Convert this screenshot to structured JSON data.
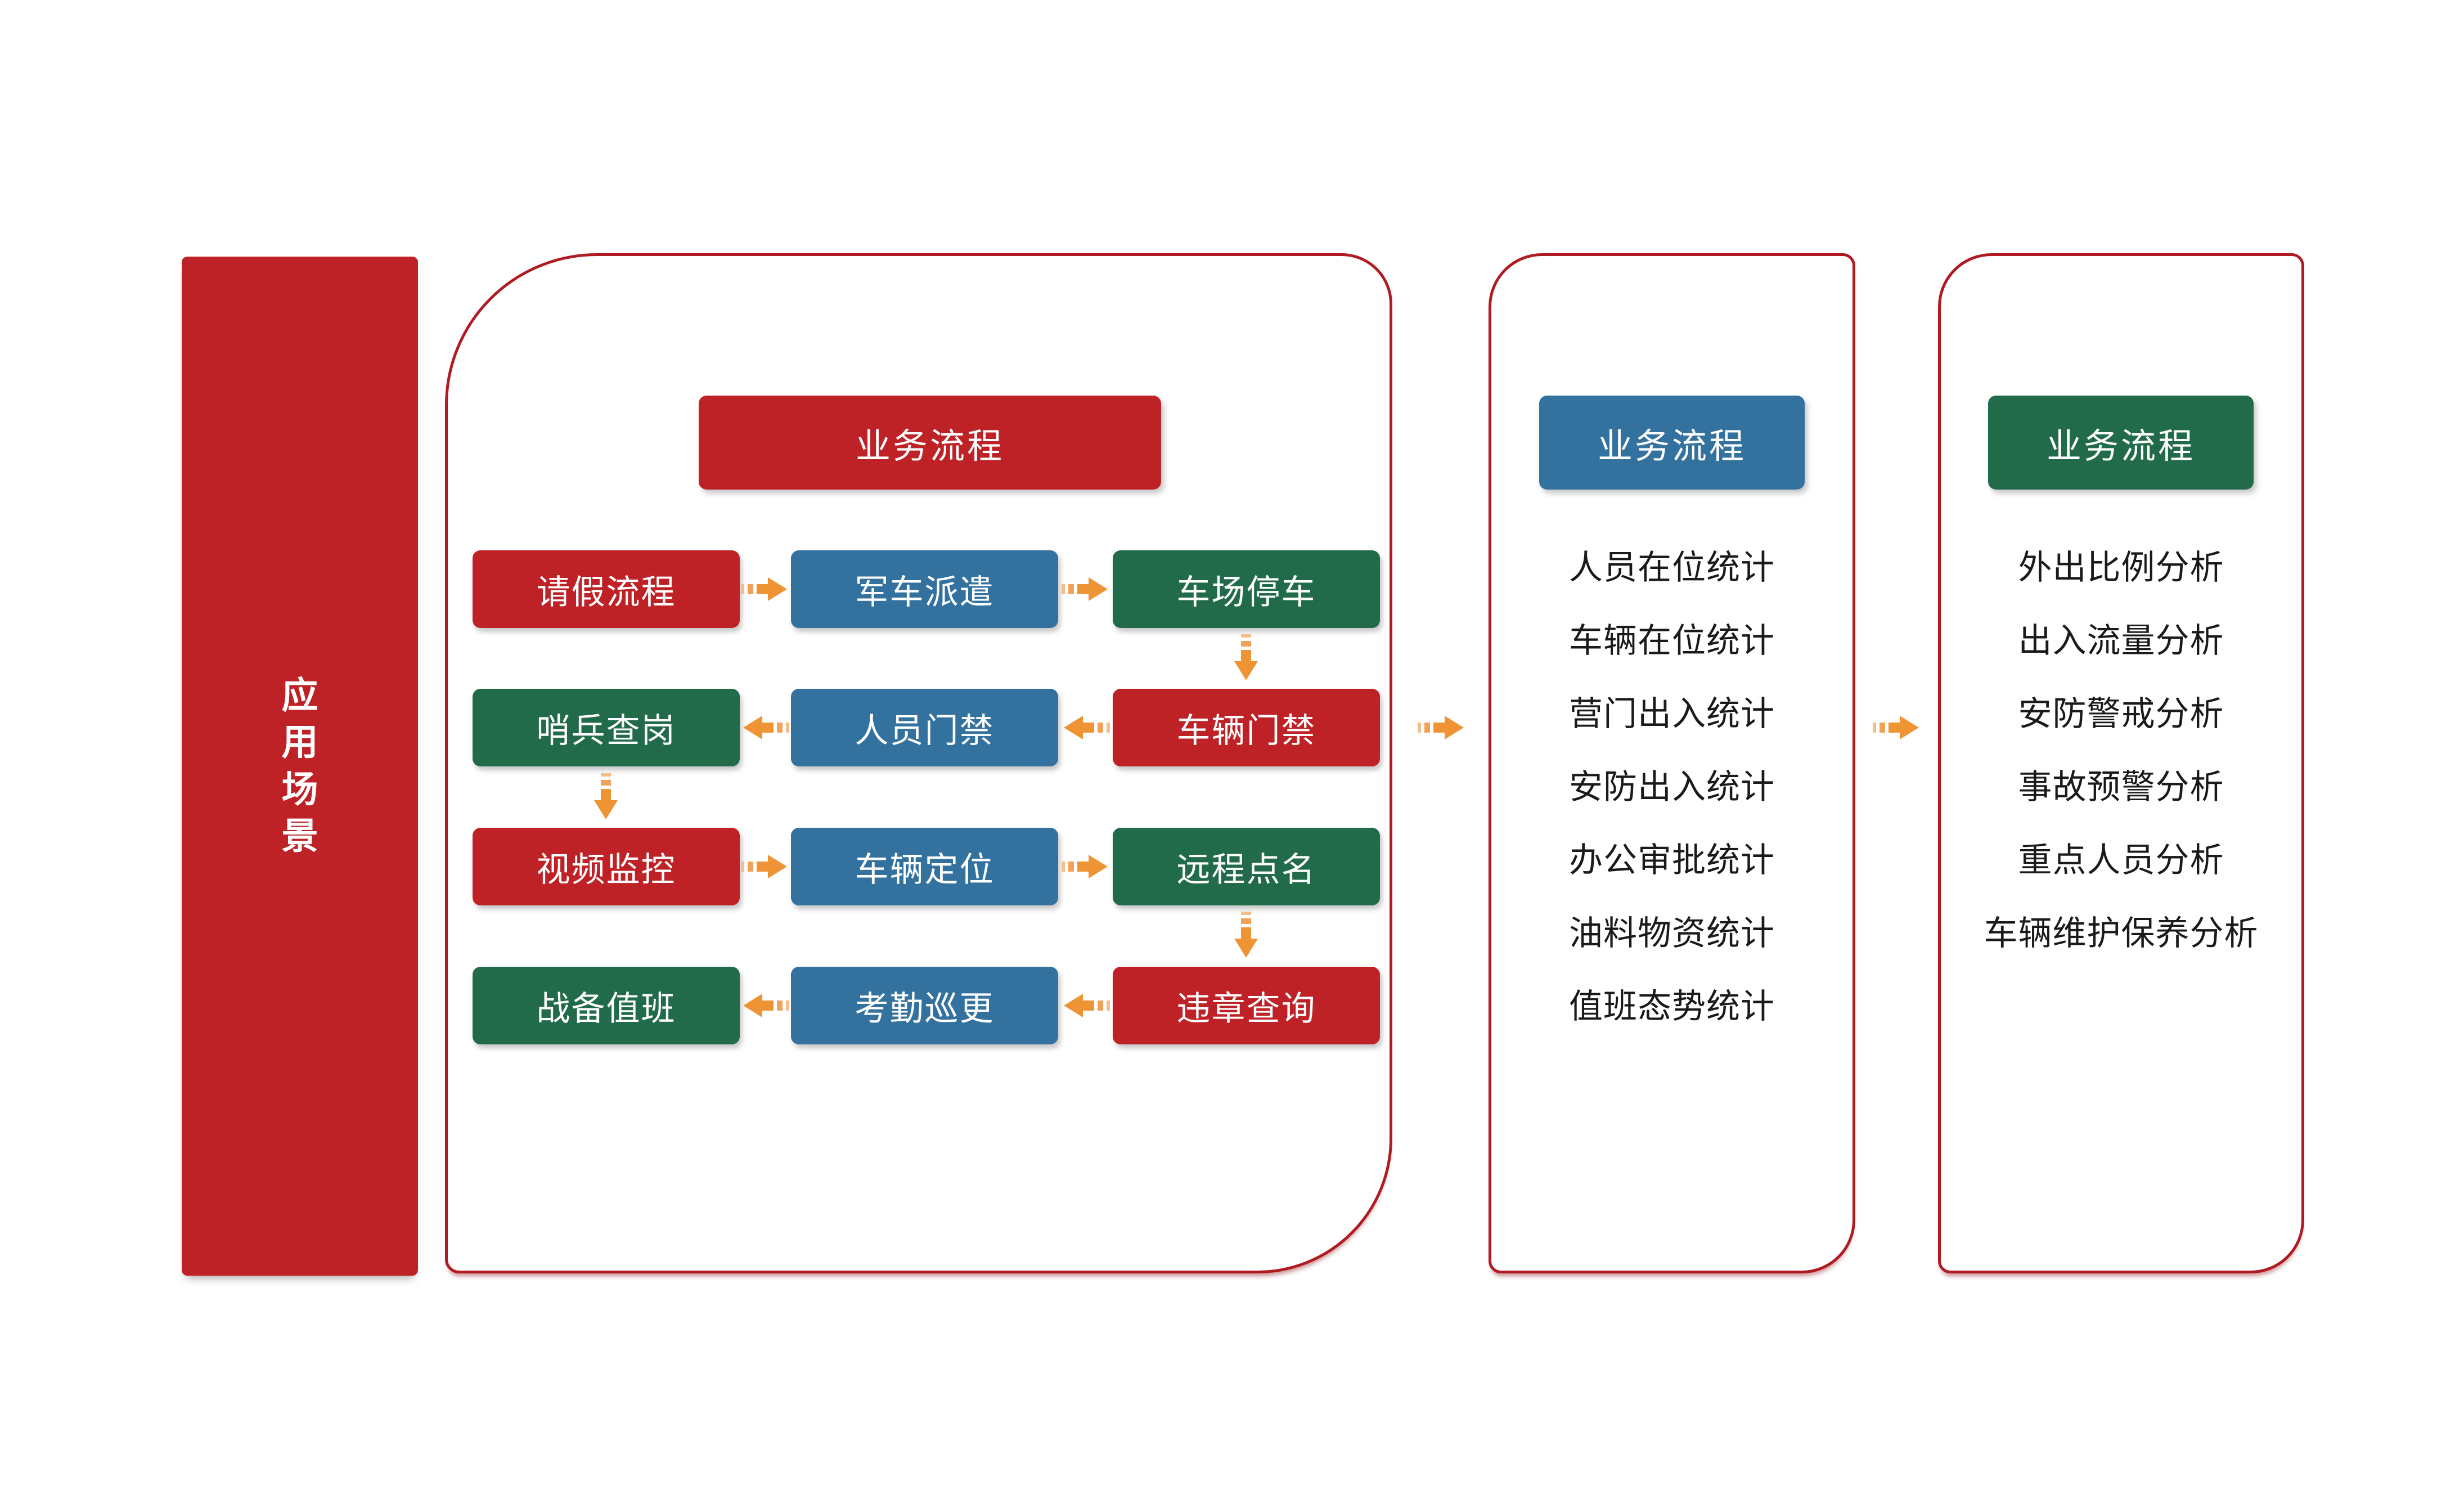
{
  "sidebar": {
    "label": "应用场景"
  },
  "colors": {
    "box_red": "#BE2126",
    "box_blue": "#33719F",
    "box_green": "#216B4A",
    "panel_border_red": "#B01B21",
    "arrow_head_orange": "#EE9434",
    "arrow_stripe_light": "#F6BD8B",
    "arrow_stripe_mid": "#F2A159",
    "list_text": "#1A1A1A",
    "background": "#FFFFFF"
  },
  "panel1": {
    "header": "业务流程",
    "boxes": [
      {
        "label": "请假流程",
        "color": "red"
      },
      {
        "label": "军车派遣",
        "color": "blue"
      },
      {
        "label": "车场停车",
        "color": "green"
      },
      {
        "label": "哨兵查岗",
        "color": "green"
      },
      {
        "label": "人员门禁",
        "color": "blue"
      },
      {
        "label": "车辆门禁",
        "color": "red"
      },
      {
        "label": "视频监控",
        "color": "red"
      },
      {
        "label": "车辆定位",
        "color": "blue"
      },
      {
        "label": "远程点名",
        "color": "green"
      },
      {
        "label": "战备值班",
        "color": "green"
      },
      {
        "label": "考勤巡更",
        "color": "blue"
      },
      {
        "label": "违章查询",
        "color": "red"
      }
    ]
  },
  "panel2": {
    "header": "业务流程",
    "items": [
      "人员在位统计",
      "车辆在位统计",
      "营门出入统计",
      "安防出入统计",
      "办公审批统计",
      "油料物资统计",
      "值班态势统计"
    ]
  },
  "panel3": {
    "header": "业务流程",
    "items": [
      "外出比例分析",
      "出入流量分析",
      "安防警戒分析",
      "事故预警分析",
      "重点人员分析",
      "车辆维护保养分析"
    ]
  }
}
